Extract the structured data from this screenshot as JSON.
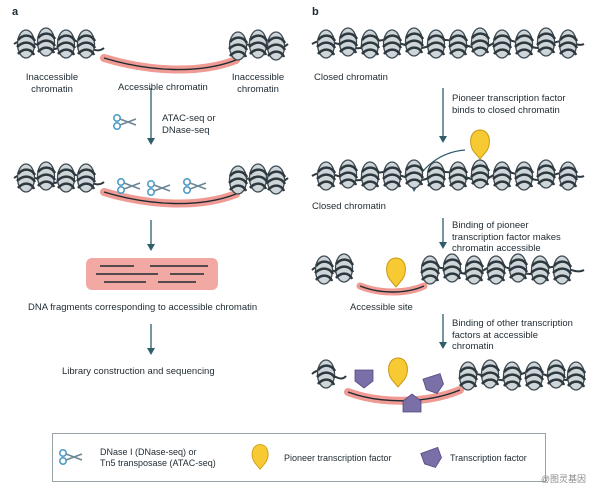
{
  "panels": {
    "a": {
      "label": "a",
      "inaccessible_left": [
        "Inaccessible",
        "chromatin"
      ],
      "accessible": "Accessible chromatin",
      "inaccessible_right": [
        "Inaccessible",
        "chromatin"
      ],
      "assay": [
        "ATAC-seq or",
        "DNase-seq"
      ],
      "fragments": "DNA fragments corresponding to accessible chromatin",
      "library": "Library construction and sequencing"
    },
    "b": {
      "label": "b",
      "closed_1": "Closed chromatin",
      "step1": [
        "Pioneer transcription factor",
        "binds to closed chromatin"
      ],
      "closed_2": "Closed chromatin",
      "step2": [
        "Binding of pioneer",
        "transcription factor makes",
        "chromatin accessible"
      ],
      "accessible_site": "Accessible site",
      "step3": [
        "Binding of other transcription",
        "factors at accessible",
        "chromatin"
      ]
    }
  },
  "legend": {
    "enzyme": [
      "DNase I (DNase-seq) or",
      "Tn5 transposase (ATAC-seq)"
    ],
    "pioneer": "Pioneer transcription factor",
    "tf": "Transcription factor"
  },
  "watermark": "@图灵基因",
  "colors": {
    "nucleosome_dark": "#3e4a52",
    "nucleosome_light": "#cfd6d9",
    "accessible_dna": "#ef9a93",
    "pioneer_tf": "#f7c932",
    "tf": "#7b6fa8",
    "scissors": "#4f9ec9",
    "arrow": "#2f5d6b"
  }
}
